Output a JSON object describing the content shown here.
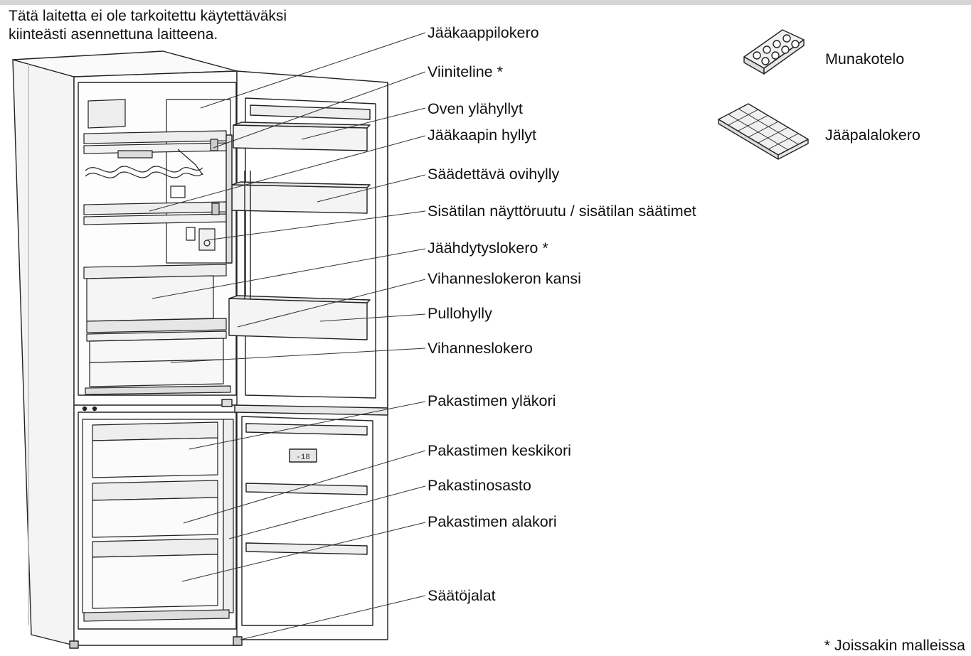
{
  "note": {
    "line1": "Tätä laitetta ei ole tarkoitettu käytettäväksi",
    "line2": "kiinteästi asennettuna laitteena."
  },
  "labels": {
    "jaakaappilokero": "Jääkaappilokero",
    "viiniteline": "Viiniteline *",
    "oven_ylahyllyt": "Oven ylähyllyt",
    "jaakaapin_hyllyt": "Jääkaapin hyllyt",
    "saadettava_ovihylly": "Säädettävä ovihylly",
    "naytto": "Sisätilan näyttöruutu / sisätilan säätimet",
    "jaahdytyslokero": "Jäähdytyslokero *",
    "vihanneslokeron_kansi": "Vihanneslokeron kansi",
    "pullohylly": "Pullohylly",
    "vihanneslokero": "Vihanneslokero",
    "pakastimen_ylakori": "Pakastimen yläkori",
    "pakastimen_keskikori": "Pakastimen keskikori",
    "pakastinosasto": "Pakastinosasto",
    "pakastimen_alakori": "Pakastimen alakori",
    "saatojalat": "Säätöjalat"
  },
  "accessories": {
    "munakotelo": "Munakotelo",
    "jaapalalokero": "Jääpalalokero"
  },
  "door_display_text": "-18",
  "footnote": "* Joissakin malleissa"
}
